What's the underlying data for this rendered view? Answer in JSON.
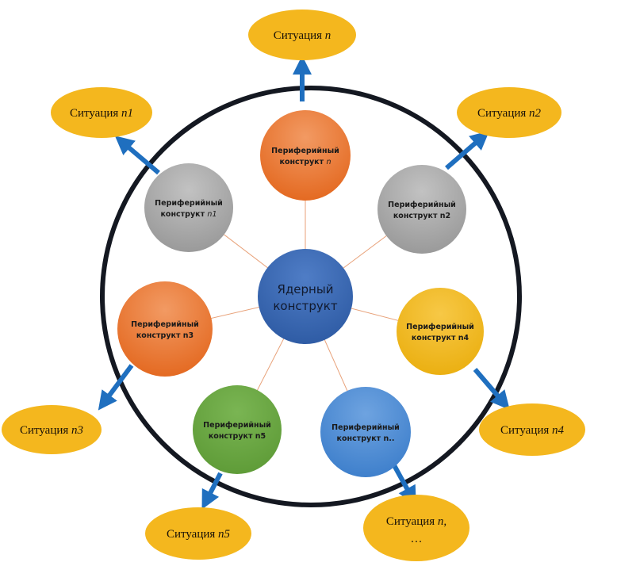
{
  "diagram": {
    "core": {
      "label_line1": "Ядерный",
      "label_line2": "конструкт",
      "color": "#3d6ab5"
    },
    "outer_ring_color": "#141821",
    "connector_color": "#e8a27a",
    "arrow_color": "#1f6fbf",
    "situation_color": "#f4b71e",
    "peripherals": [
      {
        "id": "n",
        "line1": "Периферийный",
        "line2": "конструкт",
        "suffix": "n",
        "suffix_italic": true,
        "color": "#e8702a"
      },
      {
        "id": "n1",
        "line1": "Периферийный",
        "line2": "конструкт",
        "suffix": "n1",
        "suffix_italic": true,
        "color": "#a5a5a5"
      },
      {
        "id": "n2",
        "line1": "Периферийный",
        "line2": "конструкт",
        "suffix": " n2",
        "suffix_italic": false,
        "color": "#a5a5a5"
      },
      {
        "id": "n3",
        "line1": "Периферийный",
        "line2": "конструкт",
        "suffix": "n3",
        "suffix_italic": false,
        "color": "#e8702a"
      },
      {
        "id": "n4",
        "line1": "Периферийный",
        "line2": "конструкт",
        "suffix": "n4",
        "suffix_italic": false,
        "color": "#f2b71c"
      },
      {
        "id": "n5",
        "line1": "Периферийный",
        "line2": "конструкт",
        "suffix": "n5",
        "suffix_italic": false,
        "color": "#6aa643"
      },
      {
        "id": "n..",
        "line1": "Периферийный",
        "line2": "конструкт",
        "suffix": "n..",
        "suffix_italic": false,
        "color": "#4a8ad4"
      }
    ],
    "situations": [
      {
        "id": "n",
        "word": "Ситуация",
        "suffix": "n",
        "line2": ""
      },
      {
        "id": "n1",
        "word": "Ситуация",
        "suffix": "n1",
        "line2": ""
      },
      {
        "id": "n2",
        "word": "Ситуация",
        "suffix": "n2",
        "line2": ""
      },
      {
        "id": "n3",
        "word": "Ситуация",
        "suffix": "n3",
        "line2": ""
      },
      {
        "id": "n4",
        "word": "Ситуация",
        "suffix": "n4",
        "line2": ""
      },
      {
        "id": "n5",
        "word": "Ситуация",
        "suffix": "n5",
        "line2": ""
      },
      {
        "id": "n..",
        "word": "Ситуация",
        "suffix": "n,",
        "line2": "…"
      }
    ]
  }
}
